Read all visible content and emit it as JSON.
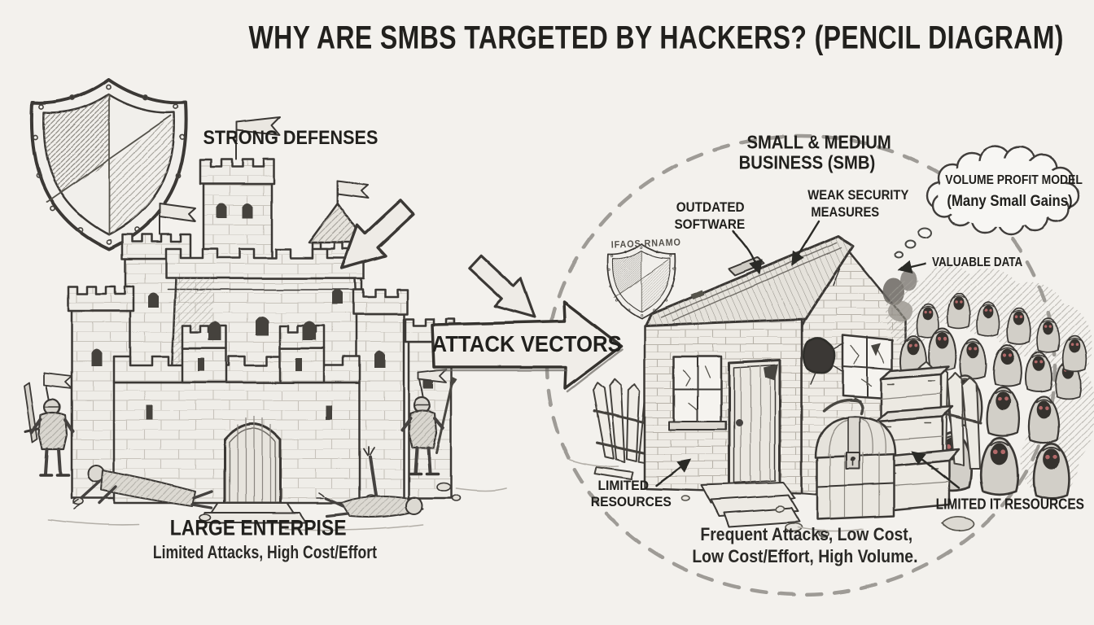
{
  "title": "WHY ARE SMBS TARGETED BY HACKERS? (PENCIL DIAGRAM)",
  "colors": {
    "paper": "#f3f1ed",
    "ink": "#21201d",
    "pencil_gray": "#8f8c86",
    "dashed_circle": "#9e9b96",
    "hacker_eyes": "#b36b6b"
  },
  "left_scene": {
    "defenses_label": "STRONG DEFENSES",
    "entity_name": "LARGE ENTERPISE",
    "entity_caption": "Limited Attacks, High Cost/Effort",
    "icons": {
      "shield": "quartered-shield-icon",
      "castle": "castle-fortress-sketch",
      "knights": "armored-knight-guards",
      "fallen": "defeated-attackers"
    }
  },
  "center": {
    "arrow_label": "ATTACK VECTORS"
  },
  "right_scene": {
    "heading": [
      "SMALL & MEDIUM",
      "BUSINESS (SMB)"
    ],
    "thought_bubble": [
      "VOLUME PROFIT MODEL",
      "(Many Small Gains)"
    ],
    "labels": {
      "outdated_software": [
        "OUTDATED",
        "SOFTWARE"
      ],
      "weak_security": [
        "WEAK SECURITY",
        "MEASURES"
      ],
      "valuable_data": "VALUABLE DATA",
      "limited_resources": [
        "LIMITED",
        "RESOURCES"
      ],
      "limited_it_resources": "LIMITED IT RESOURCES"
    },
    "shield_scribble": "IFAOS RNAMO",
    "caption": [
      "Frequent Attacks, Low Cost,",
      "Low Cost/Effort, High Volume."
    ],
    "icons": {
      "house": "smb-house-sketch",
      "chest": "treasure-chest-icon",
      "crates": "crates-icon",
      "hackers": "hooded-hacker-crowd-icon",
      "fence": "broken-fence-icon"
    }
  }
}
